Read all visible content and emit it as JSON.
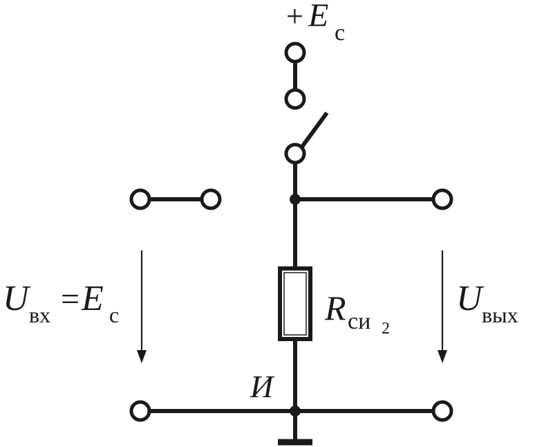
{
  "supply": {
    "prefix": "+",
    "symbol": "E",
    "subscript": "с"
  },
  "input_voltage": {
    "symbol": "U",
    "subscript": "вх",
    "equals": "=",
    "rhs_symbol": "E",
    "rhs_subscript": "с"
  },
  "resistor": {
    "symbol": "R",
    "subscript": "си",
    "index": "2"
  },
  "output_voltage": {
    "symbol": "U",
    "subscript": "вых"
  },
  "source_node": {
    "label": "И"
  }
}
